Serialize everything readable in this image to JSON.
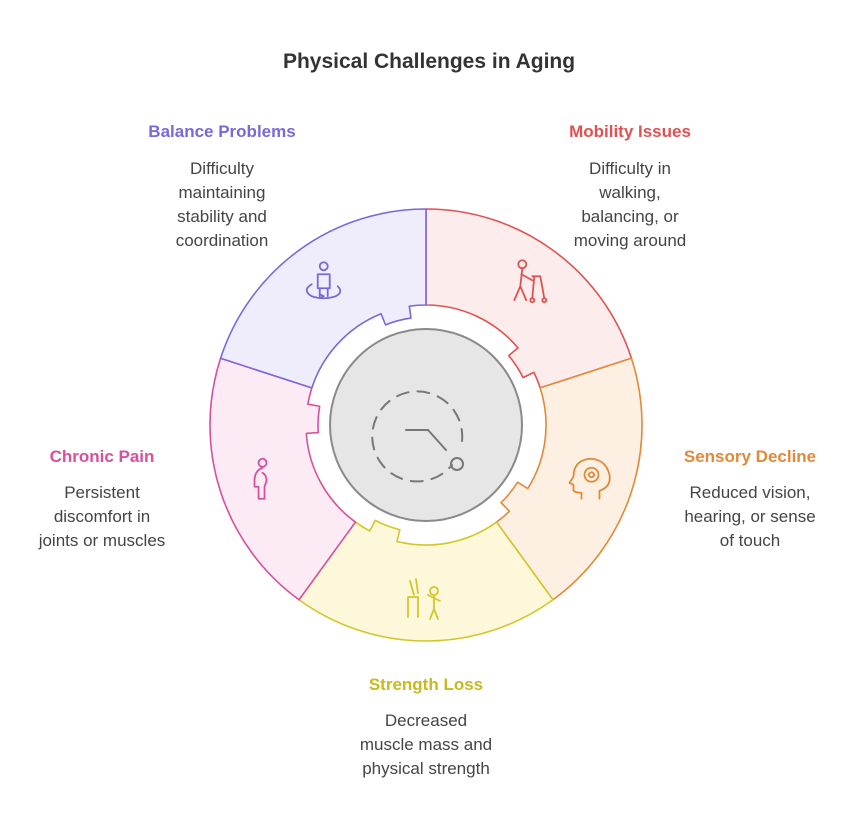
{
  "title": "Physical Challenges in Aging",
  "segments": [
    {
      "id": "mobility",
      "title": "Mobility Issues",
      "description": "Difficulty in\nwalking,\nbalancing, or\nmoving around",
      "icon": "walker-icon",
      "stroke": "#e05252",
      "fill": "#fdecec"
    },
    {
      "id": "sensory",
      "title": "Sensory Decline",
      "description": "Reduced vision,\nhearing, or sense\nof touch",
      "icon": "head-brain-icon",
      "stroke": "#e08a3a",
      "fill": "#fdf0e2"
    },
    {
      "id": "strength",
      "title": "Strength Loss",
      "description": "Decreased\nmuscle mass and\nphysical strength",
      "icon": "strength-icon",
      "stroke": "#d4c62a",
      "fill": "#fcf8d9"
    },
    {
      "id": "pain",
      "title": "Chronic Pain",
      "description": "Persistent\ndiscomfort in\njoints or muscles",
      "icon": "person-pain-icon",
      "stroke": "#d6509e",
      "fill": "#fcebf5"
    },
    {
      "id": "balance",
      "title": "Balance Problems",
      "description": "Difficulty\nmaintaining\nstability and\ncoordination",
      "icon": "balance-person-icon",
      "stroke": "#7b68d8",
      "fill": "#efedfc"
    }
  ],
  "center": {
    "icon": "clock-time-icon",
    "fill": "#e6e6e6",
    "stroke": "#8a8a8a"
  }
}
